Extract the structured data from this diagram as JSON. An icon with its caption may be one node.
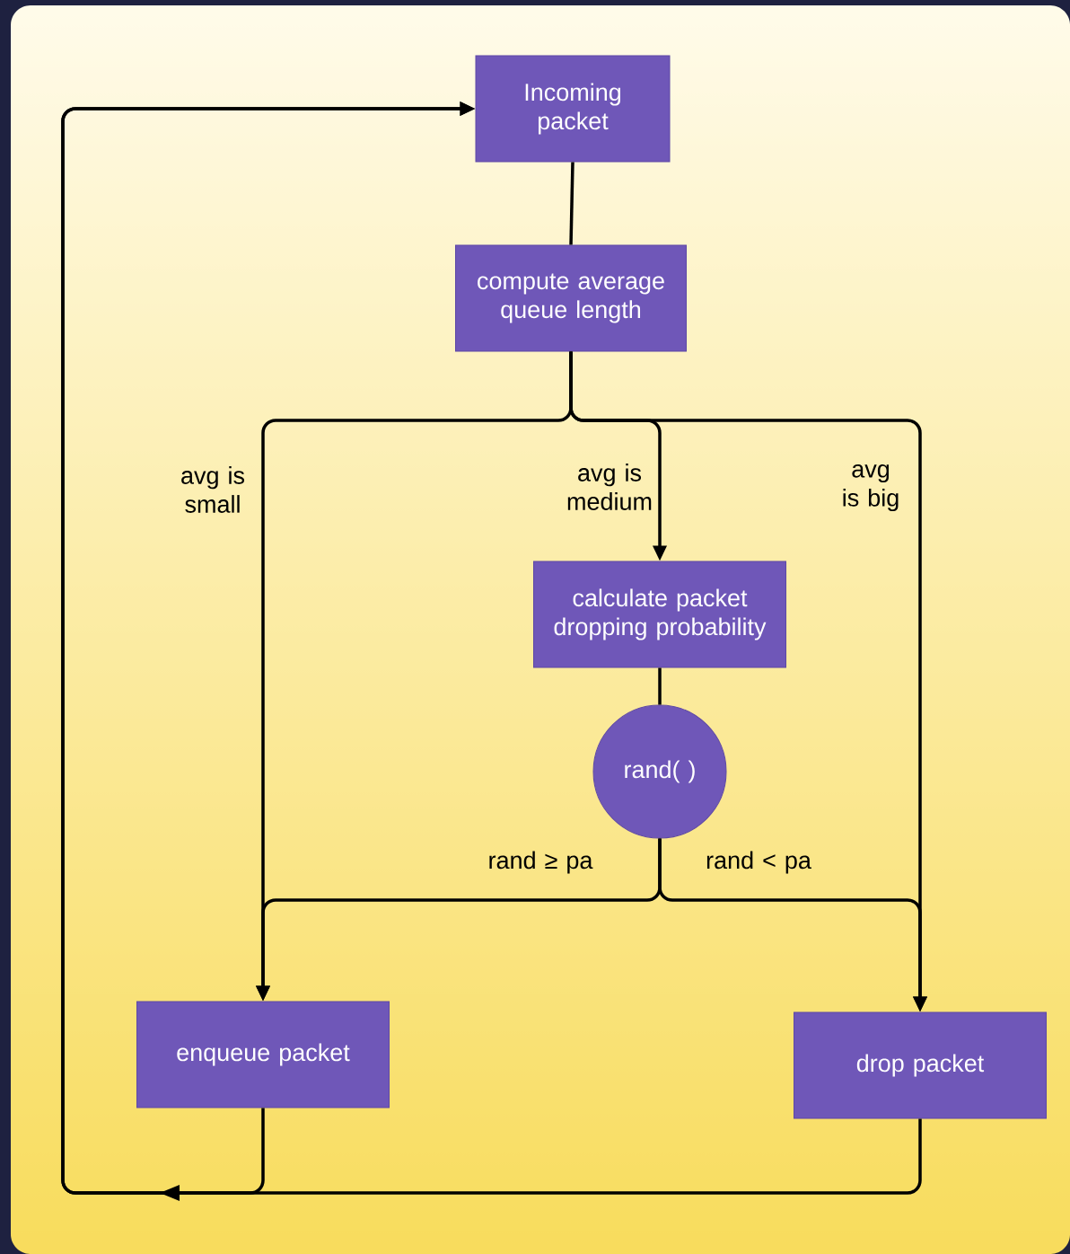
{
  "diagram": {
    "nodes": [
      {
        "text": [
          "Incoming packet"
        ]
      },
      {
        "text": [
          "compute average queue length"
        ]
      },
      {
        "text": [
          "calculate packet dropping probability"
        ]
      },
      {
        "text": [
          "rand( )"
        ]
      },
      {
        "text": [
          "enqueue packet"
        ]
      },
      {
        "text": [
          "drop packet"
        ]
      }
    ],
    "edges": [
      {
        "from": 0,
        "to": 1,
        "arrow": "none"
      },
      {
        "from": 1,
        "to": 4,
        "arrow": "to",
        "label": "avg is small"
      },
      {
        "from": 1,
        "to": 2,
        "arrow": "to",
        "label": "avg is medium"
      },
      {
        "from": 1,
        "to": 5,
        "arrow": "to",
        "label": "avg is big"
      },
      {
        "from": 2,
        "to": 3,
        "arrow": "none"
      },
      {
        "from": 3,
        "to": 4,
        "arrow": "to",
        "label": "rand ≥ pa"
      },
      {
        "from": 3,
        "to": 5,
        "arrow": "to",
        "label": "rand < pa"
      },
      {
        "from": 4,
        "to": 0,
        "arrow": "to"
      },
      {
        "from": 5,
        "to": 0,
        "arrow": "to"
      }
    ]
  }
}
